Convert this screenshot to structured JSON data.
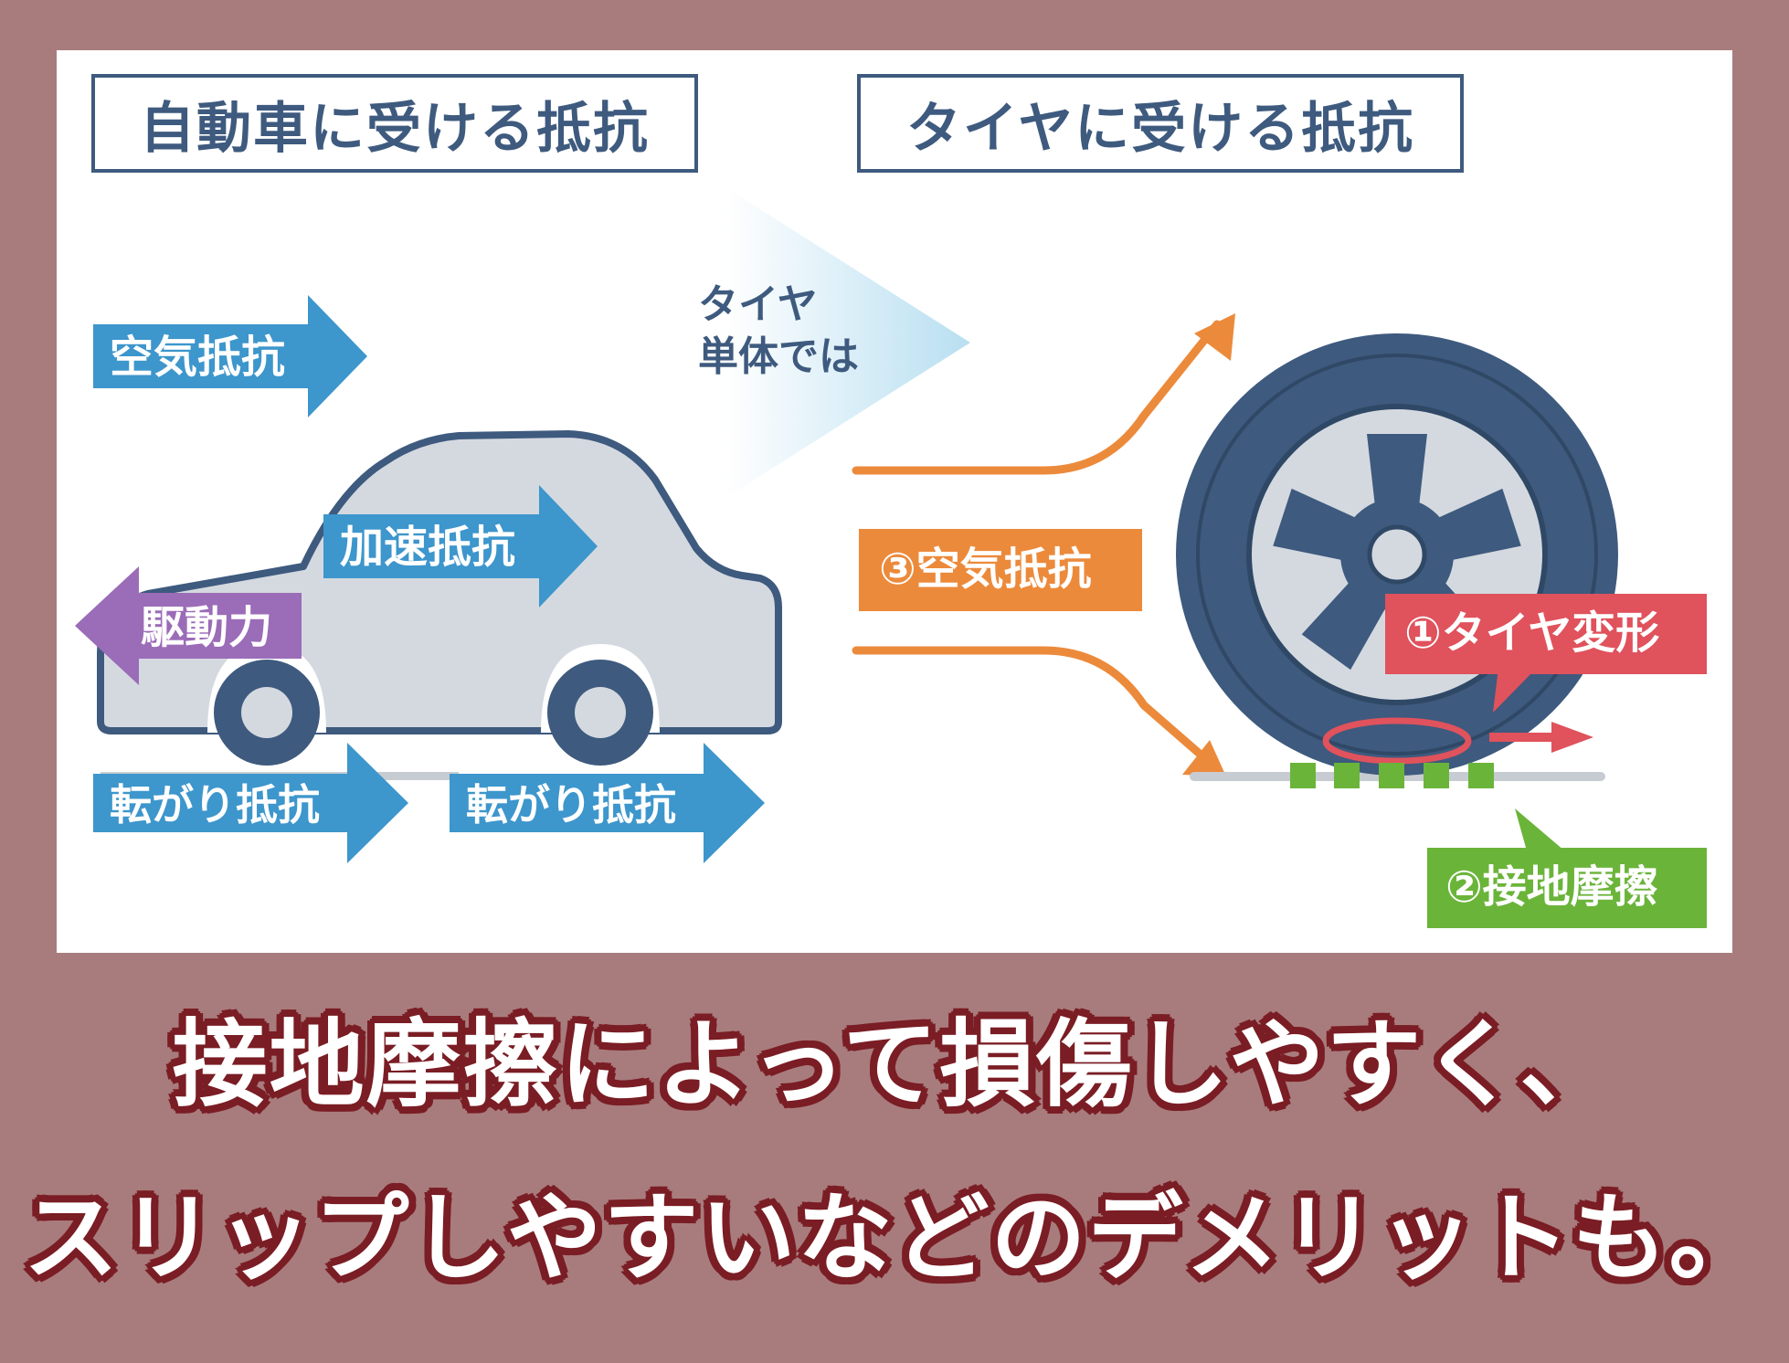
{
  "titles": {
    "car": "自動車に受ける抵抗",
    "tire": "タイヤに受ける抵抗"
  },
  "car_labels": {
    "air_resistance": "空気抵抗",
    "acceleration_resistance": "加速抵抗",
    "driving_force": "駆動力",
    "rolling_resistance_front": "転がり抵抗",
    "rolling_resistance_rear": "転がり抵抗"
  },
  "transition": {
    "line1": "タイヤ",
    "line2": "単体では"
  },
  "tire_labels": {
    "air_resistance": "③空気抵抗",
    "tire_deformation": "①タイヤ変形",
    "ground_friction": "②接地摩擦"
  },
  "caption": {
    "line1": "接地摩擦によって損傷しやすく、",
    "line2": "スリップしやすいなどのデメリットも。"
  },
  "colors": {
    "background": "#a87c7d",
    "navy": "#3e5a7e",
    "blue_arrow": "#3d96cc",
    "purple_arrow": "#9b6cb7",
    "orange": "#ec8a3b",
    "red": "#e0525c",
    "green": "#6bb43a",
    "car_body": "#d4d9e0",
    "caption_outline": "#7a1d24"
  }
}
